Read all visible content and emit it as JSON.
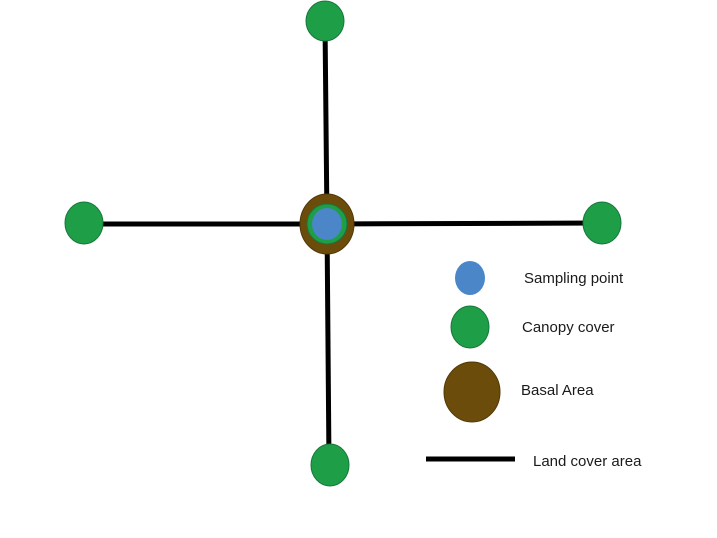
{
  "colors": {
    "sampling_point": "#4a86c8",
    "canopy_cover": "#1f9e48",
    "canopy_stroke": "#17773a",
    "basal_area": "#6b4c0b",
    "basal_stroke": "#503807",
    "line": "#000000"
  },
  "legend": {
    "sampling_point": "Sampling point",
    "canopy_cover": "Canopy cover",
    "basal_area": "Basal Area",
    "land_cover_area": "Land cover area"
  }
}
